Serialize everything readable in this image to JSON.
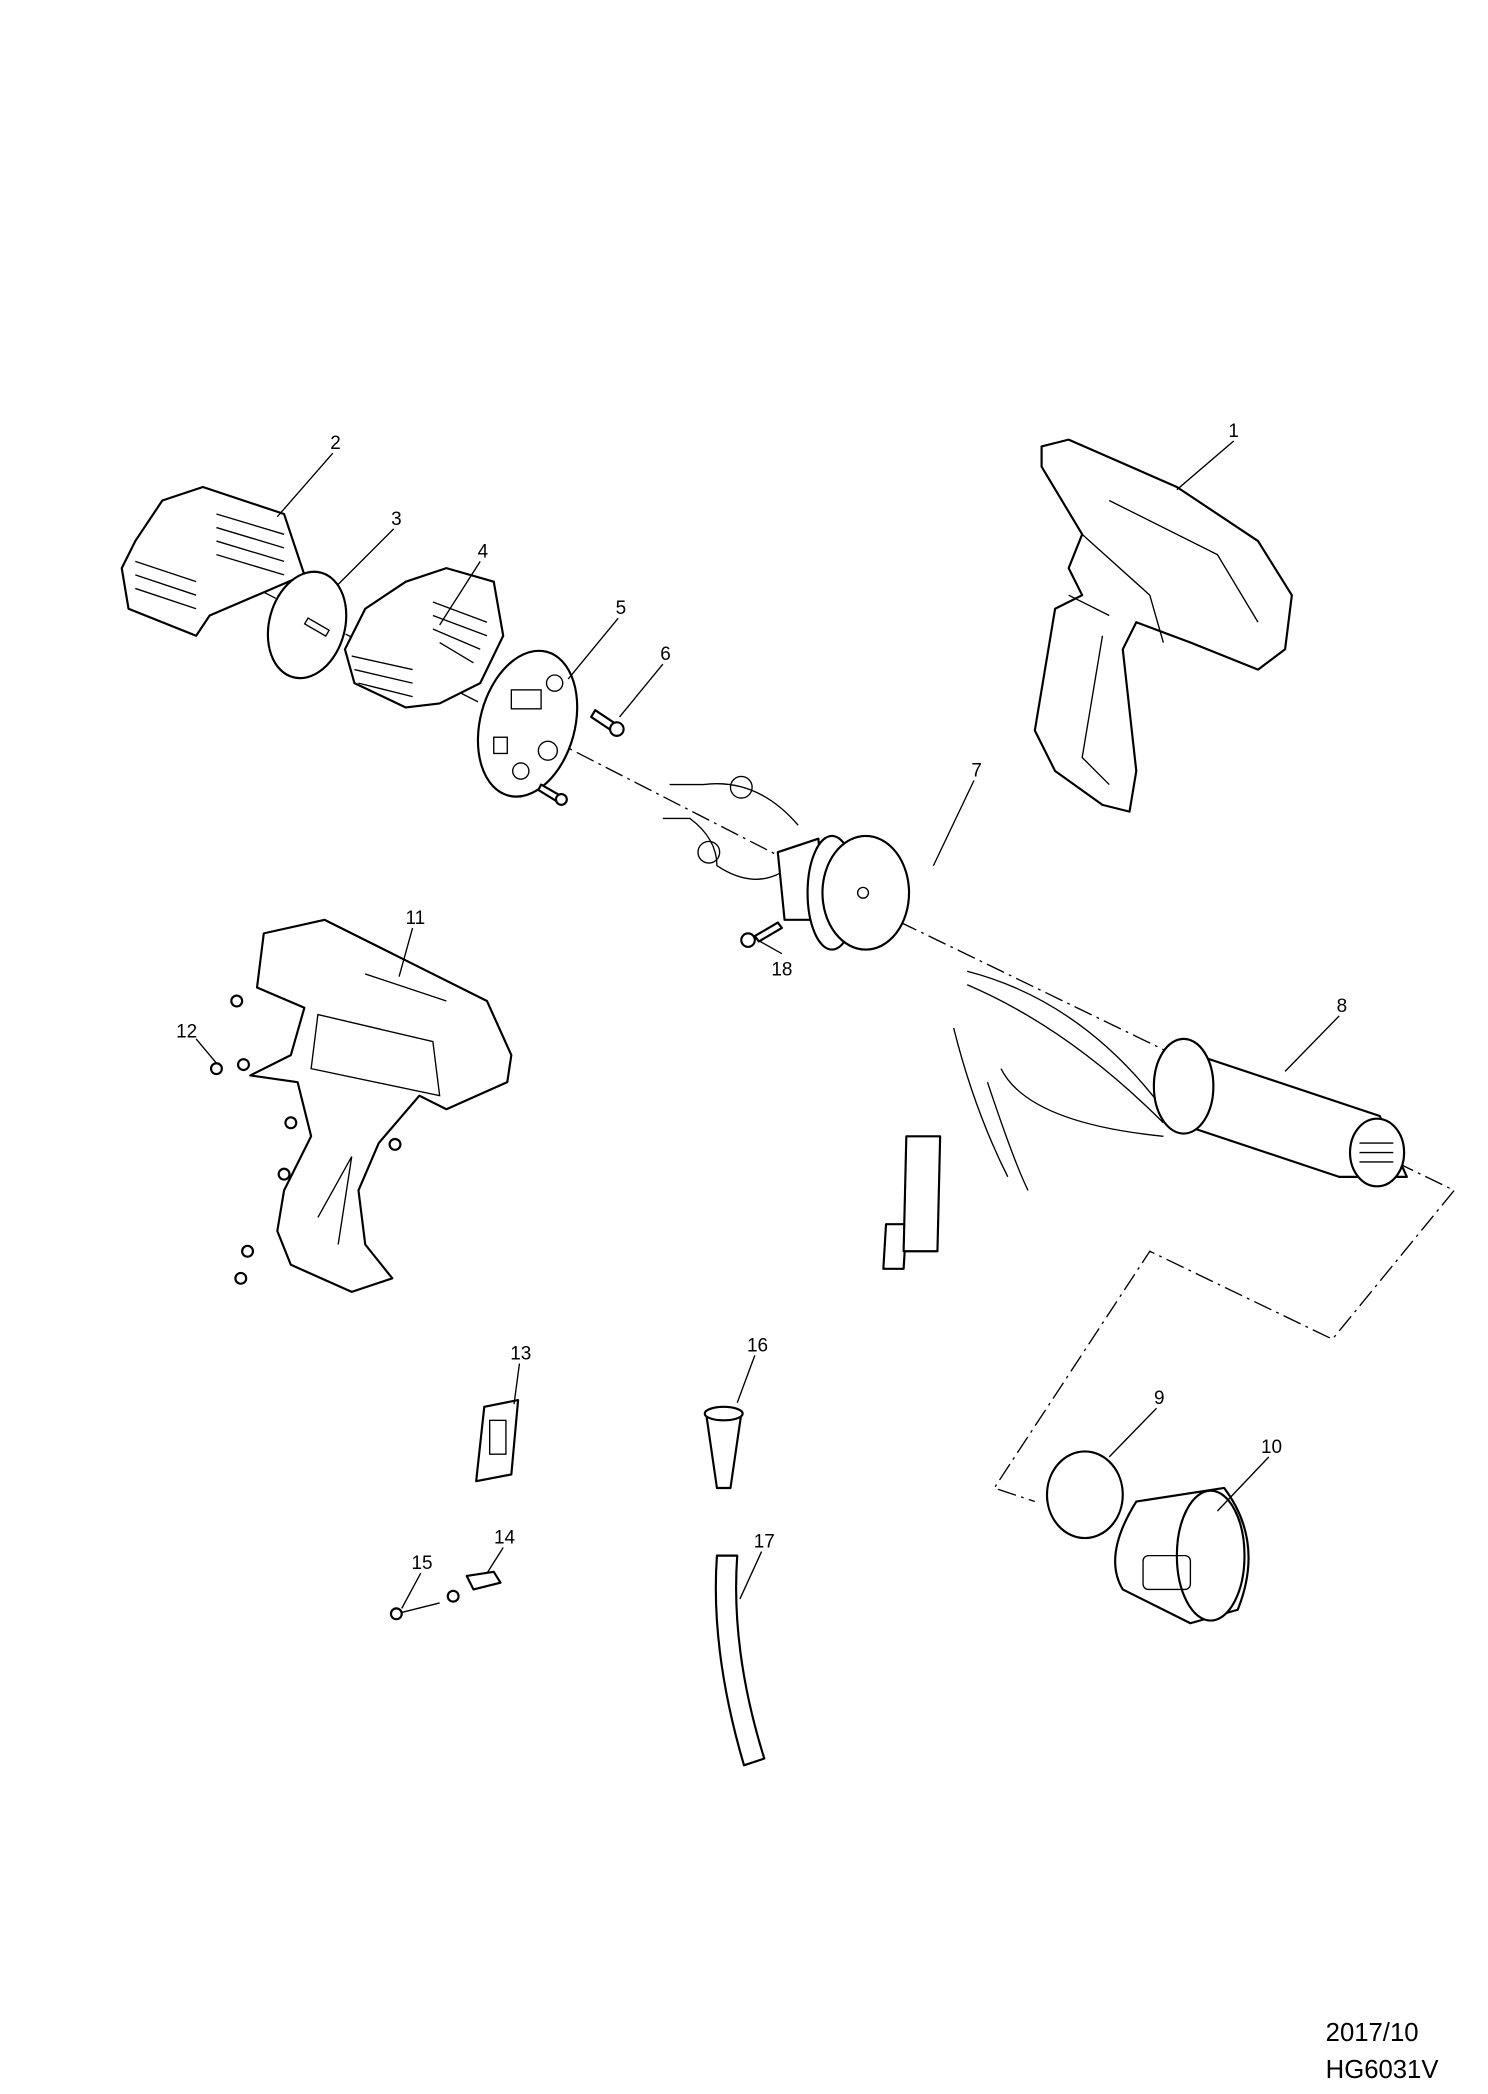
{
  "parts": [
    {
      "no": "1"
    },
    {
      "no": "2"
    },
    {
      "no": "3"
    },
    {
      "no": "4"
    },
    {
      "no": "5"
    },
    {
      "no": "6"
    },
    {
      "no": "7"
    },
    {
      "no": "8"
    },
    {
      "no": "9"
    },
    {
      "no": "10"
    },
    {
      "no": "11"
    },
    {
      "no": "12"
    },
    {
      "no": "13"
    },
    {
      "no": "14"
    },
    {
      "no": "15"
    },
    {
      "no": "16"
    },
    {
      "no": "17"
    },
    {
      "no": "18"
    }
  ],
  "footer": {
    "date": "2017/10",
    "model": "HG6031V"
  }
}
